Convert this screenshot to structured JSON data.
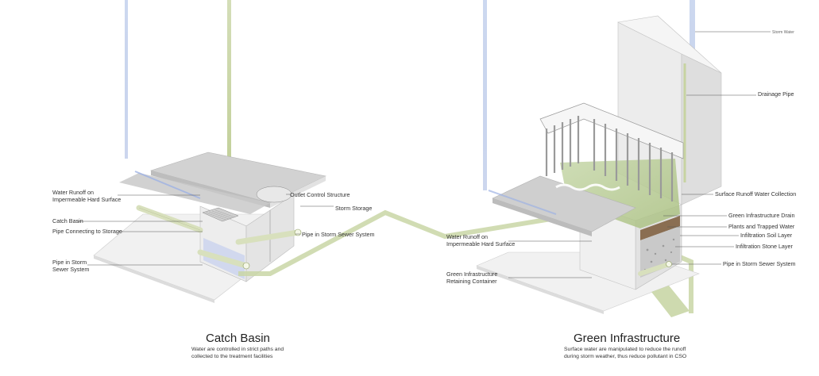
{
  "catch_basin": {
    "labels": {
      "water_runoff_1": "Water Runoff on",
      "water_runoff_2": "Impermeable Hard Surface",
      "catch_basin": "Catch Basin",
      "pipe_connecting": "Pipe Connecting to Storage",
      "pipe_storm_1": "Pipe in Storm",
      "pipe_storm_2": "Sewer System",
      "outlet_control": "Outlet Control Structure",
      "storm_storage": "Storm Storage",
      "pipe_storm_sewer": "Pipe in Storm Sewer System"
    },
    "title": "Catch Basin",
    "description_1": "Water are controlled in strict paths and",
    "description_2": "collected to the treatment facilities"
  },
  "green_infrastructure": {
    "labels": {
      "storm_water": "Storm Water",
      "drainage_pipe": "Drainage Pipe",
      "surface_runoff": "Surface Runoff Water Collection",
      "gi_drain": "Green Infrastructure Drain",
      "plants_water": "Plants and Trapped Water",
      "soil_layer": "Infiltration Soil Layer",
      "stone_layer": "Infiltration Stone Layer",
      "pipe_storm_sewer": "Pipe in Storm Sewer System",
      "water_runoff_1": "Water Runoff on",
      "water_runoff_2": "Impermeable Hard Surface",
      "retaining_1": "Green Infrastructure",
      "retaining_2": "Retaining Container"
    },
    "title": "Green Infrastructure",
    "description_1": "Surface water are manipulated to reduce the runoff",
    "description_2": "during storm weather, thus reduce pollutant in CSO"
  },
  "colors": {
    "water_blue": "#b9c9e8",
    "green_flow": "#c9d6a6",
    "concrete_top": "#cfcfcf",
    "concrete_side": "#e6e6e6",
    "soil": "#8a6e52",
    "stone": "#bdbdbd"
  }
}
